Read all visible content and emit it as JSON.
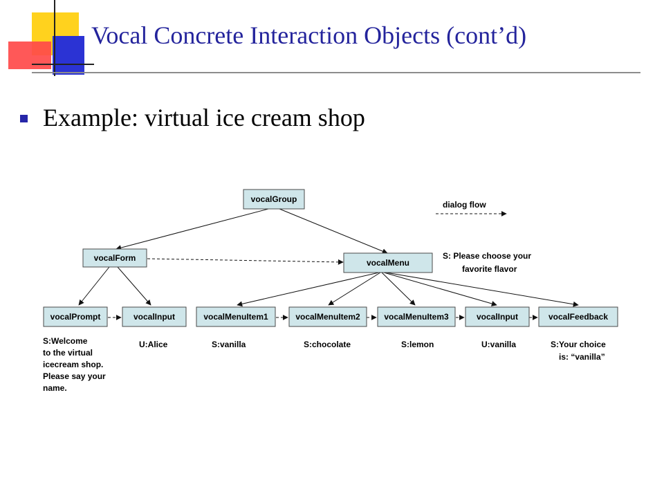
{
  "slide": {
    "title": "Vocal Concrete Interaction Objects (cont’d)",
    "bullet": "Example: virtual ice cream shop"
  },
  "colors": {
    "title": "#24249c",
    "bullet": "#2626a8",
    "node_fill": "#cfe6ea",
    "deco_yellow": "#ffd21e",
    "deco_red": "#ff4444",
    "deco_blue": "#2b33d4"
  },
  "diagram": {
    "legend": "dialog flow",
    "nodes": {
      "vocalGroup": "vocalGroup",
      "vocalForm": "vocalForm",
      "vocalMenu": "vocalMenu",
      "vocalPrompt": "vocalPrompt",
      "vocalInput1": "vocalInput",
      "vocalMenuItem1": "vocalMenuItem1",
      "vocalMenuItem2": "vocalMenuItem2",
      "vocalMenuItem3": "vocalMenuItem3",
      "vocalInput2": "vocalInput",
      "vocalFeedback": "vocalFeedback"
    },
    "annotations": {
      "menu_prompt": [
        "S: Please choose your",
        "favorite flavor"
      ],
      "prompt": [
        "S:Welcome",
        "to the virtual",
        "icecream shop.",
        "Please say your",
        "name."
      ],
      "input1": "U:Alice",
      "item1": "S:vanilla",
      "item2": "S:chocolate",
      "item3": "S:lemon",
      "input2": "U:vanilla",
      "feedback": [
        "S:Your choice",
        "is: “vanilla”"
      ]
    }
  }
}
